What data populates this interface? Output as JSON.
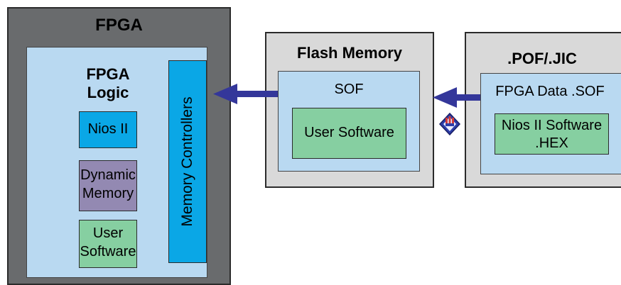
{
  "fpga": {
    "title": "FPGA",
    "logic_line1": "FPGA",
    "logic_line2": "Logic",
    "memory_controllers": "Memory Controllers",
    "nios": "Nios II",
    "dynamic_memory_line1": "Dynamic",
    "dynamic_memory_line2": "Memory",
    "user_software_line1": "User",
    "user_software_line2": "Software"
  },
  "flash": {
    "title": "Flash Memory",
    "sof": "SOF",
    "user_software": "User Software"
  },
  "pof": {
    "title": ".POF/.JIC",
    "data": "FPGA Data .SOF",
    "nios_sw_line1": "Nios II Software",
    "nios_sw_line2": ".HEX"
  },
  "colors": {
    "arrow": "#34379a",
    "fpga_outer": "#696b6d",
    "inner_blue": "#b9d9f1",
    "cyan": "#0aa7e6",
    "purple": "#9389b2",
    "green": "#86cfa1",
    "gray": "#d9d9d9"
  },
  "icons": {
    "programmer": "programmer-icon"
  }
}
